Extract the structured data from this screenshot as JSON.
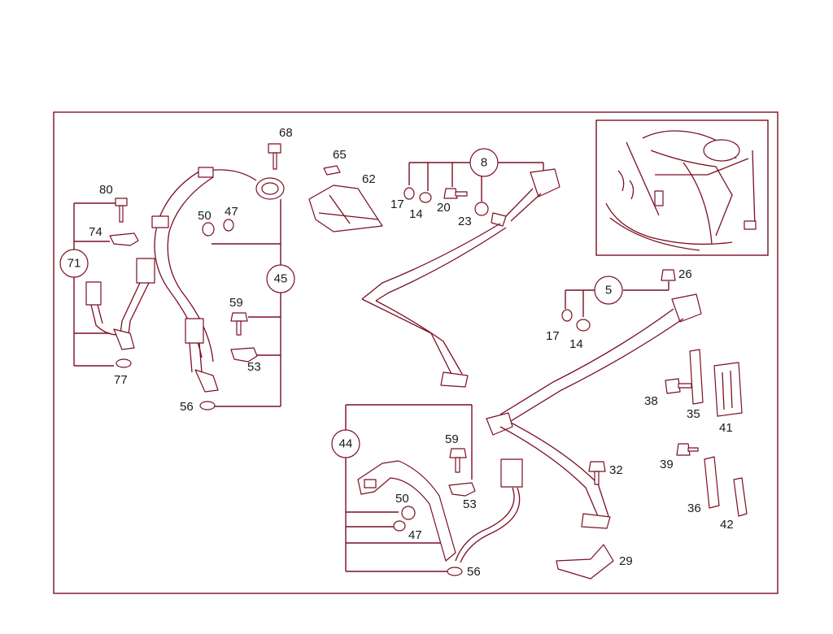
{
  "callouts": [
    {
      "id": "c71",
      "text": "71"
    },
    {
      "id": "c45",
      "text": "45"
    },
    {
      "id": "c8",
      "text": "8"
    },
    {
      "id": "c5",
      "text": "5"
    },
    {
      "id": "c44",
      "text": "44"
    }
  ],
  "labels": [
    {
      "id": "l80",
      "text": "80"
    },
    {
      "id": "l74",
      "text": "74"
    },
    {
      "id": "l77",
      "text": "77"
    },
    {
      "id": "l68",
      "text": "68"
    },
    {
      "id": "l50a",
      "text": "50"
    },
    {
      "id": "l47a",
      "text": "47"
    },
    {
      "id": "l59a",
      "text": "59"
    },
    {
      "id": "l53a",
      "text": "53"
    },
    {
      "id": "l56a",
      "text": "56"
    },
    {
      "id": "l65",
      "text": "65"
    },
    {
      "id": "l62",
      "text": "62"
    },
    {
      "id": "l17a",
      "text": "17"
    },
    {
      "id": "l14a",
      "text": "14"
    },
    {
      "id": "l20",
      "text": "20"
    },
    {
      "id": "l23",
      "text": "23"
    },
    {
      "id": "l26",
      "text": "26"
    },
    {
      "id": "l17b",
      "text": "17"
    },
    {
      "id": "l14b",
      "text": "14"
    },
    {
      "id": "l38",
      "text": "38"
    },
    {
      "id": "l35",
      "text": "35"
    },
    {
      "id": "l41",
      "text": "41"
    },
    {
      "id": "l39",
      "text": "39"
    },
    {
      "id": "l36",
      "text": "36"
    },
    {
      "id": "l42",
      "text": "42"
    },
    {
      "id": "l32",
      "text": "32"
    },
    {
      "id": "l29",
      "text": "29"
    },
    {
      "id": "l59b",
      "text": "59"
    },
    {
      "id": "l53b",
      "text": "53"
    },
    {
      "id": "l50b",
      "text": "50"
    },
    {
      "id": "l47b",
      "text": "47"
    },
    {
      "id": "l56b",
      "text": "56"
    }
  ],
  "colors": {
    "line": "#7a0f25",
    "text": "#1a1a1a",
    "background": "#ffffff"
  }
}
